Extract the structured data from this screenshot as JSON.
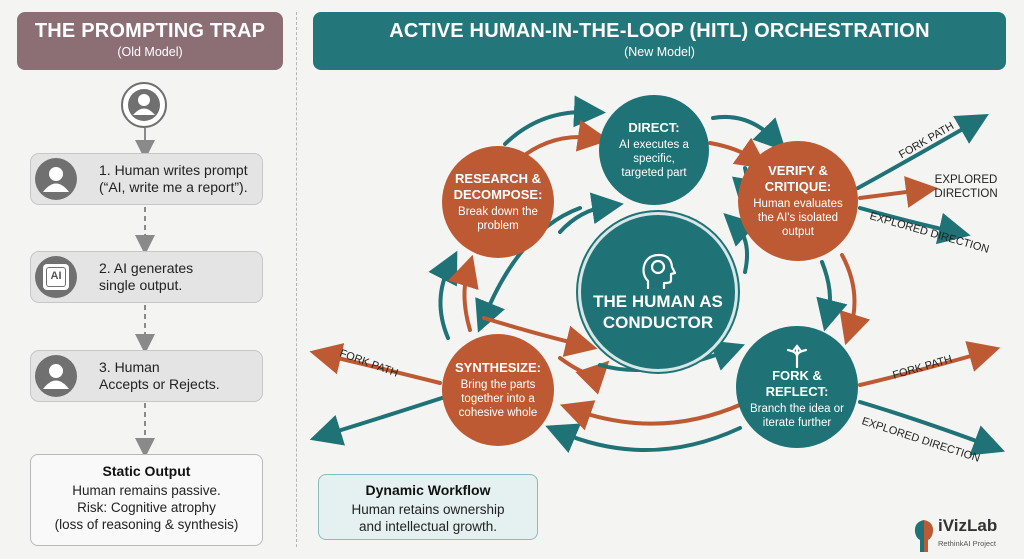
{
  "left_panel": {
    "title": "THE PROMPTING TRAP",
    "subtitle": "(Old Model)",
    "steps": [
      {
        "line1": "1. Human writes prompt",
        "line2": "(“AI, write me a report”)."
      },
      {
        "line1": "2. AI generates",
        "line2": "single output."
      },
      {
        "line1": "3. Human",
        "line2": "Accepts or Rejects."
      }
    ],
    "ai_chip_label": "AI",
    "result": {
      "heading": "Static Output",
      "lines": [
        "Human remains passive.",
        "Risk: Cognitive atrophy",
        "(loss of reasoning & synthesis)"
      ]
    }
  },
  "right_panel": {
    "title": "ACTIVE HUMAN-IN-THE-LOOP (HITL) ORCHESTRATION",
    "subtitle": "(New Model)",
    "center": {
      "title_line1": "THE HUMAN AS",
      "title_line2": "CONDUCTOR"
    },
    "nodes": {
      "direct": {
        "title": "DIRECT:",
        "lines": [
          "AI executes a",
          "specific,",
          "targeted part"
        ]
      },
      "research": {
        "title_lines": [
          "RESEARCH &",
          "DECOMPOSE:"
        ],
        "lines": [
          "Break down the",
          "problem"
        ]
      },
      "verify": {
        "title_lines": [
          "VERIFY &",
          "CRITIQUE:"
        ],
        "lines": [
          "Human evaluates",
          "the AI's isolated",
          "output"
        ]
      },
      "synthesize": {
        "title": "SYNTHESIZE:",
        "lines": [
          "Bring the parts",
          "together into a",
          "cohesive whole"
        ]
      },
      "fork": {
        "title_lines": [
          "FORK &",
          "REFLECT:"
        ],
        "lines": [
          "Branch the idea or",
          "iterate further"
        ]
      }
    },
    "branch_labels": {
      "verify_fork_path": "FORK PATH",
      "verify_explored_1": "EXPLORED DIRECTION",
      "verify_explored_2": "EXPLORED DIRECTION",
      "synth_fork_path": "FORK PATH",
      "fork_fork_path": "FORK PATH",
      "fork_explored": "EXPLORED DIRECTION"
    },
    "dynamic": {
      "heading": "Dynamic Workflow",
      "lines": [
        "Human retains ownership",
        "and intellectual growth."
      ]
    }
  },
  "brand": {
    "name": "iVizLab",
    "tagline": "RethinkAI Project"
  },
  "colors": {
    "teal": "#1f7275",
    "orange": "#bd5a33",
    "mauve": "#8c6f75",
    "gray": "#707070"
  }
}
